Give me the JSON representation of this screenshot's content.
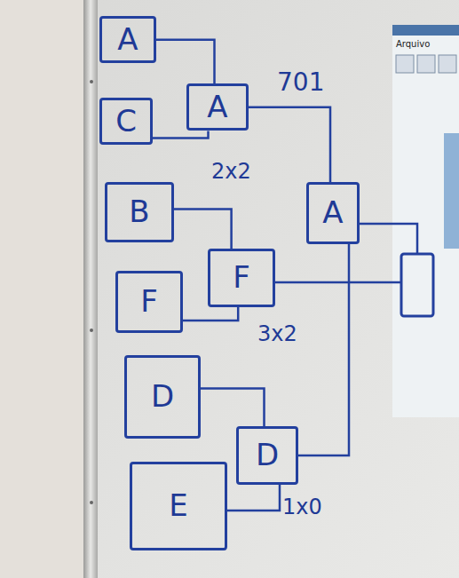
{
  "diagram": {
    "nodes": [
      {
        "text": [
          "A"
        ]
      },
      {
        "text": [
          "C"
        ]
      },
      {
        "text": [
          "A"
        ]
      },
      {
        "text": [
          "A"
        ]
      },
      {
        "text": [
          "B"
        ]
      },
      {
        "text": [
          "F"
        ]
      },
      {
        "text": [
          "F"
        ]
      },
      {
        "text": [
          "D"
        ]
      },
      {
        "text": [
          "D"
        ]
      },
      {
        "text": [
          "E"
        ]
      }
    ],
    "edges": [
      {
        "from": 0,
        "to": 2,
        "arrow": "none"
      },
      {
        "from": 1,
        "to": 2,
        "arrow": "none"
      },
      {
        "from": 2,
        "to": 3,
        "arrow": "none"
      },
      {
        "from": 4,
        "to": 5,
        "arrow": "none"
      },
      {
        "from": 6,
        "to": 5,
        "arrow": "none"
      },
      {
        "from": 7,
        "to": 8,
        "arrow": "none"
      },
      {
        "from": 9,
        "to": 8,
        "arrow": "none"
      },
      {
        "from": 8,
        "to": 3,
        "arrow": "none"
      }
    ],
    "labels": [
      "701",
      "2x2",
      "3x2",
      "1x0",
      "Arquivo"
    ]
  }
}
